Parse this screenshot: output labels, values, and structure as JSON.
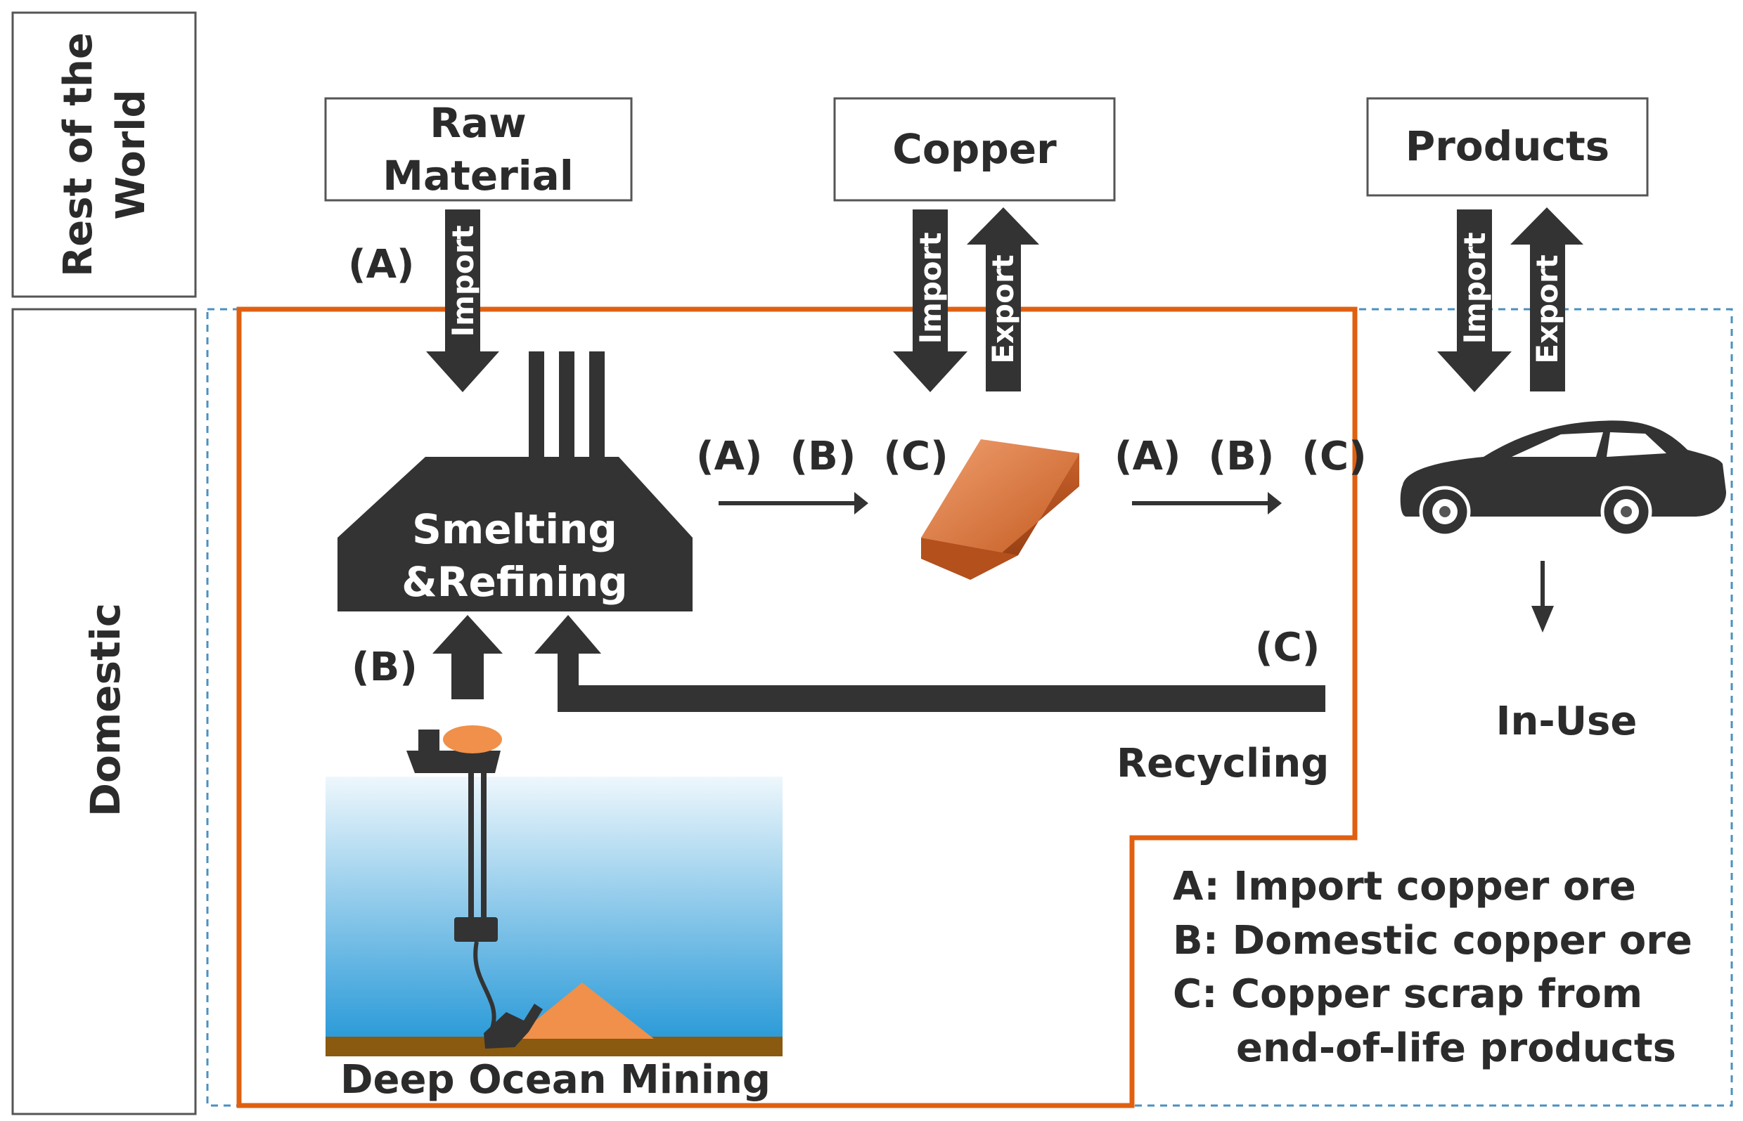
{
  "regions": {
    "rest_of_world": [
      "Rest of the",
      "World"
    ],
    "domestic": "Domestic"
  },
  "boxes": {
    "raw_material": [
      "Raw",
      "Material"
    ],
    "copper": "Copper",
    "products": "Products"
  },
  "arrows": {
    "import": "Import",
    "export": "Export"
  },
  "labels": {
    "a": "(A)",
    "b": "(B)",
    "c": "(C)",
    "abc_1": "(A)  (B)  (C)",
    "abc_2": "(A)  (B)  (C)",
    "smelting": [
      "Smelting",
      "&Refining"
    ],
    "recycling": "Recycling",
    "in_use": "In-Use",
    "deep_ocean_mining": "Deep Ocean Mining"
  },
  "legend": [
    "A: Import copper ore",
    "B: Domestic copper ore",
    "C: Copper scrap from",
    "end-of-life products"
  ],
  "colors": {
    "dark": "#333333",
    "orange_border": "#e06010",
    "dashed_blue": "#4a90c0",
    "copper": "#d9743a",
    "sea_top": "#e8f4fb",
    "sea_bottom": "#2a9ad8",
    "seabed": "#8a5a10",
    "ore_pile": "#f0904a"
  }
}
